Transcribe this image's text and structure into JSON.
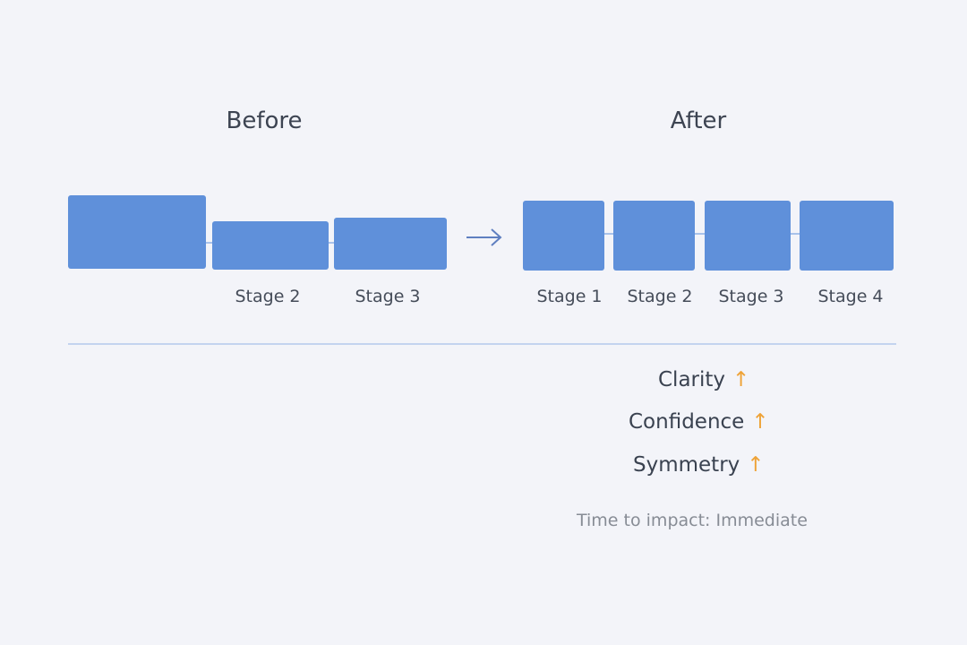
{
  "before": {
    "title": "Before",
    "stages": [
      {
        "label": ""
      },
      {
        "label": "Stage 2"
      },
      {
        "label": "Stage 3"
      }
    ]
  },
  "transition": {
    "icon": "right-arrow-icon"
  },
  "after": {
    "title": "After",
    "stages": [
      {
        "label": "Stage 1"
      },
      {
        "label": "Stage 2"
      },
      {
        "label": "Stage 3"
      },
      {
        "label": "Stage 4"
      }
    ]
  },
  "metrics": [
    {
      "label": "Clarity",
      "trend": "↑"
    },
    {
      "label": "Confidence",
      "trend": "↑"
    },
    {
      "label": "Symmetry",
      "trend": "↑"
    }
  ],
  "footer": {
    "text": "Time to impact: Immediate"
  },
  "colors": {
    "box": "#5f90da",
    "connector": "#a9c2ea",
    "trend_up": "#eea236",
    "background": "#f3f4f9"
  }
}
